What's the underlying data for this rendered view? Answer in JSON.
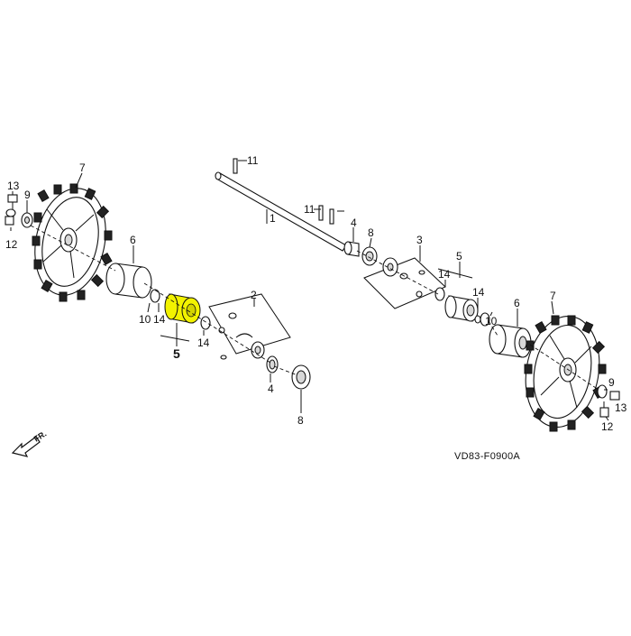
{
  "diagram": {
    "code": "VD83-F0900A",
    "front_marker": "FR.",
    "highlight_color": "#f2f200",
    "callouts": [
      {
        "id": "c1",
        "text": "1"
      },
      {
        "id": "c2",
        "text": "2"
      },
      {
        "id": "c3",
        "text": "3"
      },
      {
        "id": "c4a",
        "text": "4"
      },
      {
        "id": "c4b",
        "text": "4"
      },
      {
        "id": "c5a",
        "text": "5"
      },
      {
        "id": "c5b",
        "text": "5"
      },
      {
        "id": "c6a",
        "text": "6"
      },
      {
        "id": "c6b",
        "text": "6"
      },
      {
        "id": "c7a",
        "text": "7"
      },
      {
        "id": "c7b",
        "text": "7"
      },
      {
        "id": "c8a",
        "text": "8"
      },
      {
        "id": "c8b",
        "text": "8"
      },
      {
        "id": "c9a",
        "text": "9"
      },
      {
        "id": "c9b",
        "text": "9"
      },
      {
        "id": "c10a",
        "text": "10"
      },
      {
        "id": "c10b",
        "text": "10"
      },
      {
        "id": "c11a",
        "text": "11"
      },
      {
        "id": "c11b",
        "text": "11"
      },
      {
        "id": "c12a",
        "text": "12"
      },
      {
        "id": "c12b",
        "text": "12"
      },
      {
        "id": "c13a",
        "text": "13"
      },
      {
        "id": "c13b",
        "text": "13"
      },
      {
        "id": "c14a",
        "text": "14"
      },
      {
        "id": "c14b",
        "text": "14"
      },
      {
        "id": "c14c",
        "text": "14"
      },
      {
        "id": "c14d",
        "text": "14"
      }
    ]
  }
}
